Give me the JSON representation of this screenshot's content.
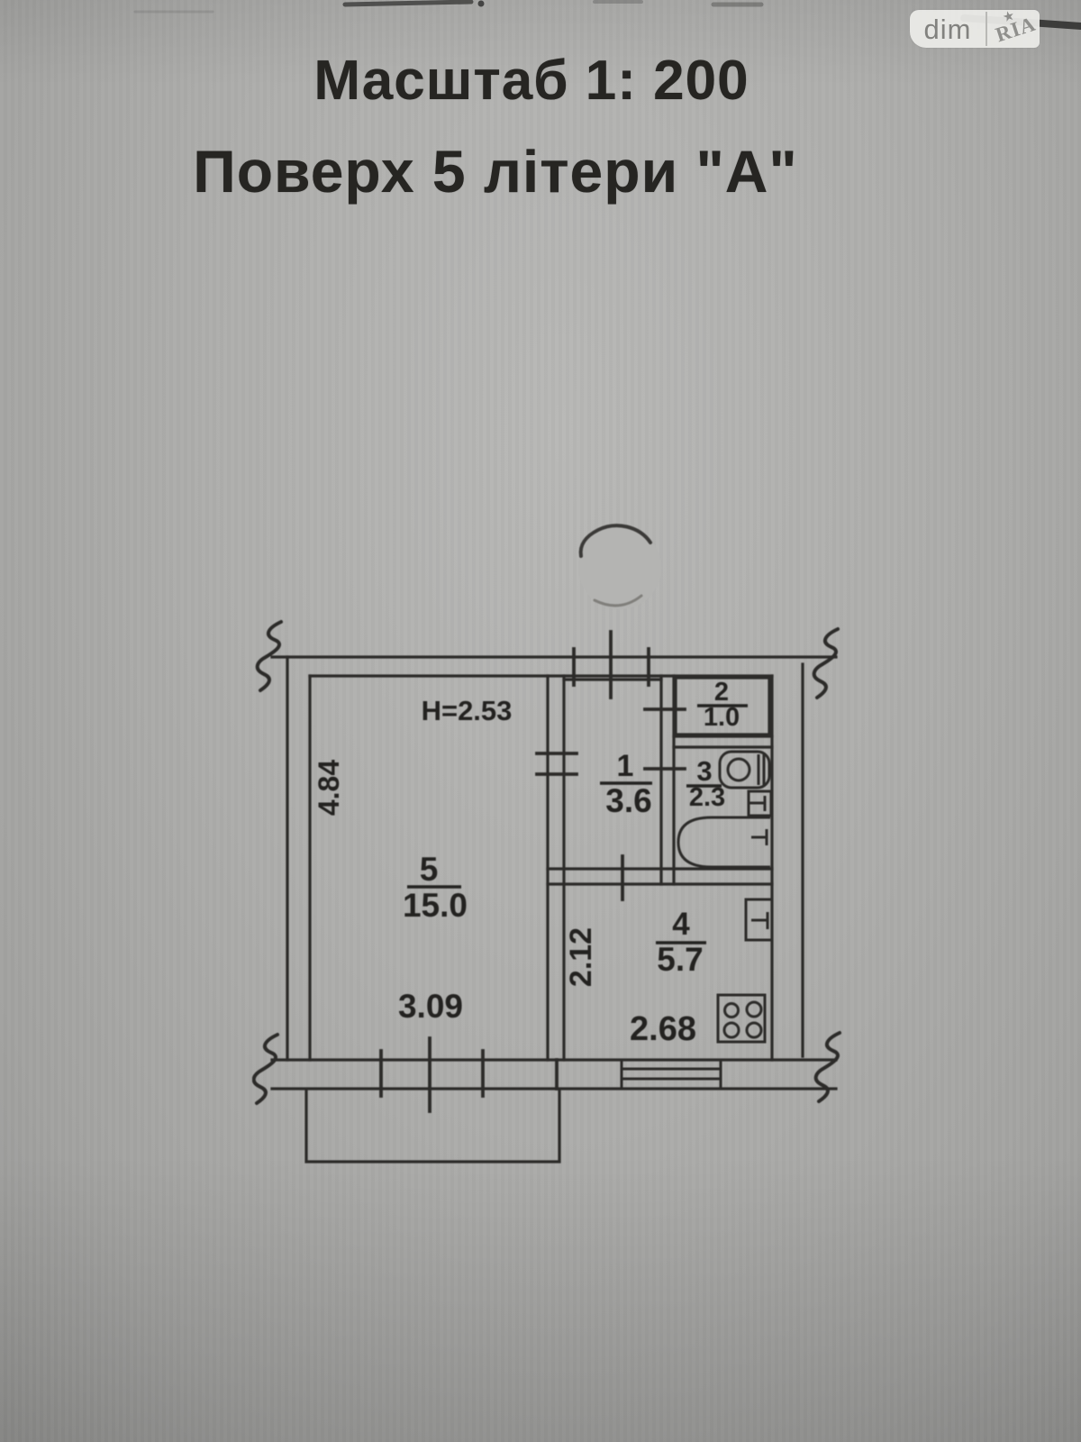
{
  "watermark": {
    "dim": "dim",
    "ria": "RIA",
    "star_glyph": "★"
  },
  "title": {
    "scale_line": "Масштаб 1: 200",
    "floor_line": "Поверх 5 літери \"А\""
  },
  "plan": {
    "ceiling_height": "Н=2.53",
    "rooms": [
      {
        "number": "1",
        "area": "3.6"
      },
      {
        "number": "2",
        "area": "1.0"
      },
      {
        "number": "3",
        "area": "2.3"
      },
      {
        "number": "4",
        "area": "5.7"
      },
      {
        "number": "5",
        "area": "15.0"
      }
    ],
    "dimensions": {
      "left_wall": "4.84",
      "room_width": "3.09",
      "kitchen_depth": "2.12",
      "kitchen_width": "2.68"
    },
    "fixtures": [
      "toilet",
      "sink",
      "bathtub",
      "kitchen-sink",
      "stove"
    ],
    "colors": {
      "paper": "#acacaa",
      "ink": "#2b2a28"
    }
  }
}
